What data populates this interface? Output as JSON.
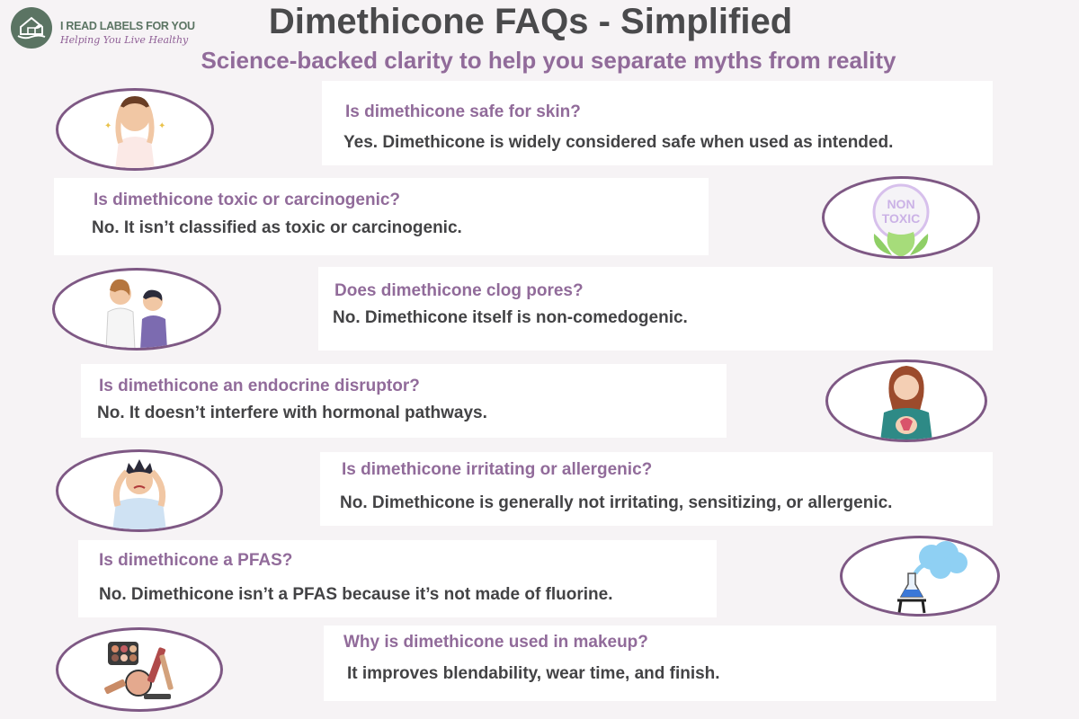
{
  "brand": {
    "name": "I READ LABELS FOR YOU",
    "tagline": "Helping You Live Healthy"
  },
  "header": {
    "title": "Dimethicone FAQs - Simplified",
    "subtitle": "Science-backed clarity to help you separate myths from reality"
  },
  "colors": {
    "background": "#f6f3f5",
    "question": "#916b9a",
    "answer": "#434345",
    "title": "#4a4a4c",
    "oval_border": "#7e5884",
    "brand_green": "#5b7463"
  },
  "faqs": [
    {
      "question": "Is dimethicone safe for skin?",
      "answer": "Yes. Dimethicone is widely considered safe when used as intended.",
      "illustration": "woman-touching-face-icon"
    },
    {
      "question": "Is dimethicone toxic or carcinogenic?",
      "answer": "No. It isn’t classified as toxic or carcinogenic.",
      "illustration": "non-toxic-badge-icon"
    },
    {
      "question": "Does dimethicone clog pores?",
      "answer": "No. Dimethicone itself is non-comedogenic.",
      "illustration": "doctor-examining-patient-icon"
    },
    {
      "question": "Is dimethicone an endocrine disruptor?",
      "answer": "No. It doesn’t interfere with hormonal pathways.",
      "illustration": "woman-reproductive-system-icon"
    },
    {
      "question": "Is dimethicone irritating or allergenic?",
      "answer": "No. Dimethicone is generally not irritating, sensitizing, or allergenic.",
      "illustration": "irritated-man-scratching-head-icon"
    },
    {
      "question": "Is dimethicone a PFAS?",
      "answer": "No. Dimethicone isn’t a PFAS because it’s not made of fluorine.",
      "illustration": "chemistry-flask-smoke-icon"
    },
    {
      "question": "Why is dimethicone used in makeup?",
      "answer": "It improves blendability, wear time, and finish.",
      "illustration": "makeup-products-icon"
    }
  ],
  "badge_text": {
    "line1": "NON",
    "line2": "TOXIC"
  }
}
